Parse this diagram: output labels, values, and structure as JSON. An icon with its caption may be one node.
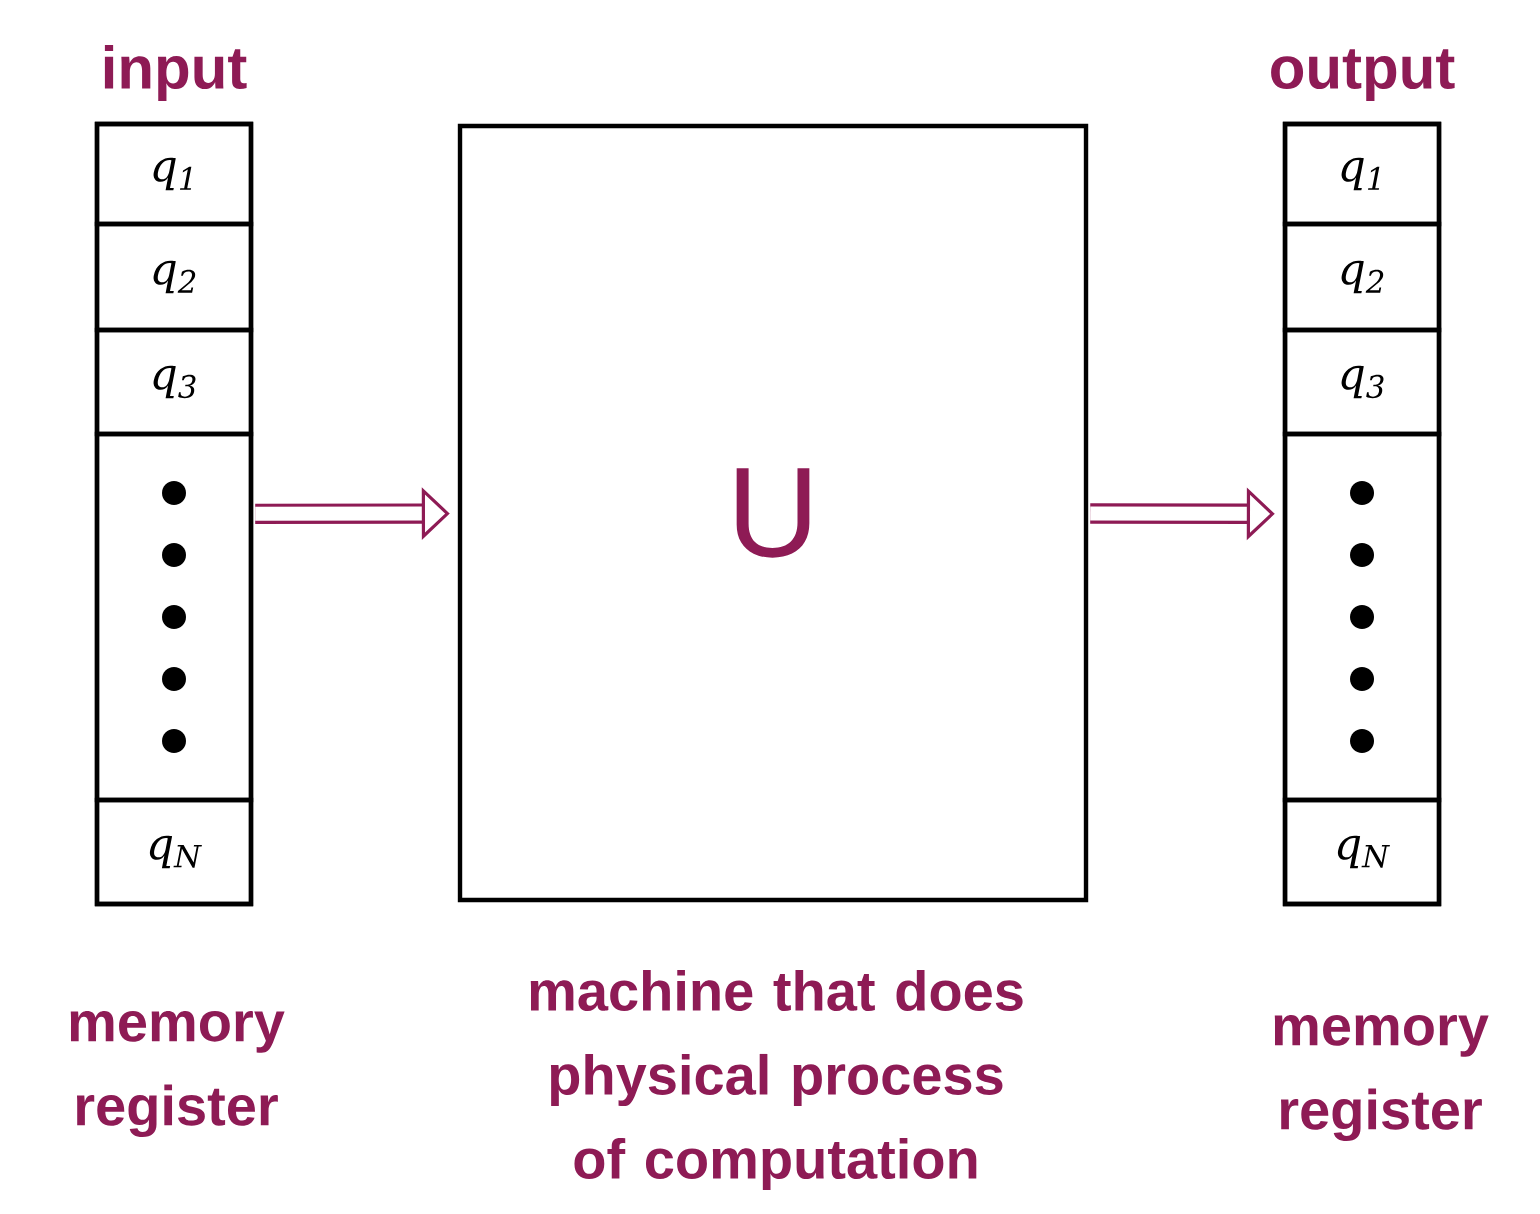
{
  "diagram": {
    "nodes": [
      {
        "text": [
          "input"
        ],
        "beside": [
          "memory register"
        ]
      },
      {
        "text": [
          "q$_{1}$"
        ],
        "in": 0
      },
      {
        "text": [
          "q$_{2}$"
        ],
        "in": 0
      },
      {
        "text": [
          "q$_{3}$"
        ],
        "in": 0
      },
      {
        "text": [],
        "shape": "box",
        "in": 0
      },
      {
        "text": [
          "q$_{N}$"
        ],
        "in": 0
      },
      {
        "text": [
          "U"
        ],
        "beside": [
          "machine that does physical process of computation"
        ]
      },
      {
        "text": [
          "output"
        ],
        "beside": [
          "memory register"
        ]
      },
      {
        "text": [
          "q$_{1}$"
        ],
        "in": 7
      },
      {
        "text": [
          "q$_{2}$"
        ],
        "in": 7
      },
      {
        "text": [
          "q$_{3}$"
        ],
        "in": 7
      },
      {
        "text": [],
        "shape": "box",
        "in": 7
      },
      {
        "text": [
          "q$_{N}$"
        ],
        "in": 7
      }
    ],
    "edges": [
      {
        "from": 0,
        "to": 6,
        "arrow": "to"
      },
      {
        "from": 6,
        "to": 7,
        "arrow": "to"
      }
    ]
  }
}
